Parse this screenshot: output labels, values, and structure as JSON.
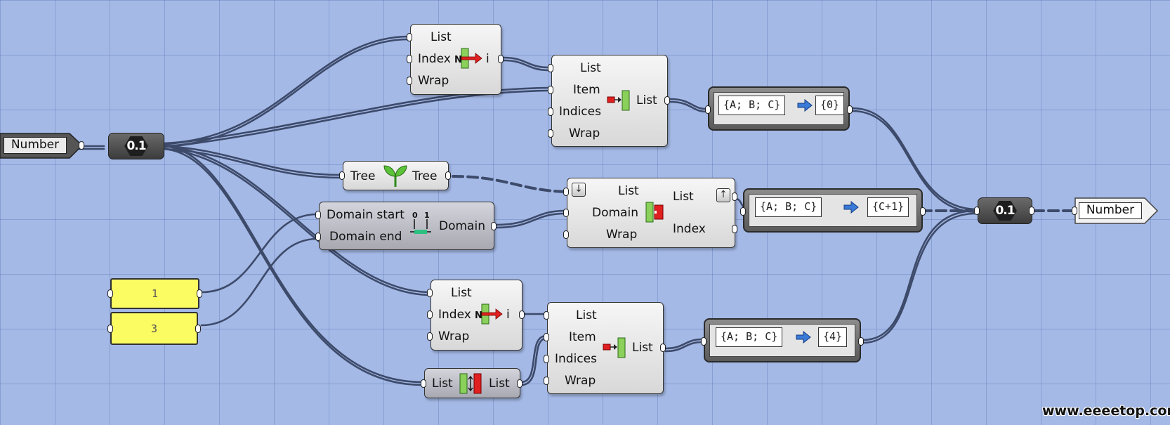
{
  "canvas": {
    "background": "#a4b9e6",
    "wire_color": "#3d4a6a"
  },
  "number_input": {
    "label": "Number"
  },
  "number_relay_left": {
    "value": "0.1"
  },
  "list_item_top": {
    "inputs": [
      "List",
      "Index",
      "Wrap"
    ],
    "output": "i",
    "icon": "list-item-red-arrow-icon"
  },
  "split_list_top": {
    "inputs": [
      "List",
      "Item",
      "Indices",
      "Wrap"
    ],
    "output": "List",
    "icon": "split-list-icon"
  },
  "expr_top": {
    "input": "{A; B; C}",
    "output": "{0}"
  },
  "simplify_tree": {
    "input": "Tree",
    "output": "Tree",
    "icon": "sprout-icon"
  },
  "construct_domain": {
    "inputs": [
      "Domain start",
      "Domain end"
    ],
    "output": "Domain",
    "icon": "domain-icon",
    "icon_labels": [
      "0",
      "1"
    ]
  },
  "sub_list": {
    "inputs": [
      "List",
      "Domain",
      "Wrap"
    ],
    "outputs": [
      "List",
      "Index"
    ],
    "icon": "sub-list-icon"
  },
  "expr_middle": {
    "input": "{A; B; C}",
    "output": "{C+1}"
  },
  "slider_one": {
    "value": "1"
  },
  "slider_three": {
    "value": "3"
  },
  "list_item_bottom": {
    "inputs": [
      "List",
      "Index",
      "Wrap"
    ],
    "output": "i",
    "icon": "list-item-red-arrow-icon"
  },
  "reverse_list": {
    "input": "List",
    "output": "List",
    "icon": "reverse-list-icon"
  },
  "split_list_bottom": {
    "inputs": [
      "List",
      "Item",
      "Indices",
      "Wrap"
    ],
    "output": "List",
    "icon": "split-list-icon"
  },
  "expr_bottom": {
    "input": "{A; B; C}",
    "output": "{4}"
  },
  "number_relay_right": {
    "value": "0.1"
  },
  "number_output": {
    "label": "Number"
  },
  "watermark": {
    "text": "www.eeeetop.com"
  }
}
